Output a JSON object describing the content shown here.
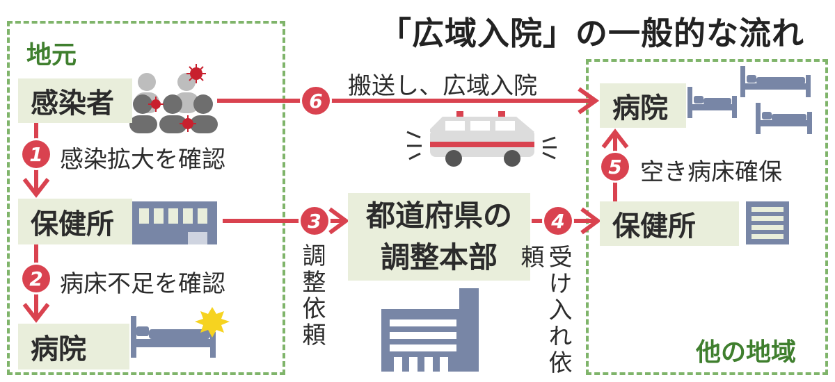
{
  "title": "「広域入院」の一般的な流れ",
  "regions": {
    "local": {
      "label": "地元"
    },
    "other": {
      "label": "他の地域"
    }
  },
  "nodes": {
    "infected": "感染者",
    "local_health_center": "保健所",
    "local_hospital": "病院",
    "hq_line1": "都道府県の",
    "hq_line2": "調整本部",
    "other_health_center": "保健所",
    "other_hospital": "病院"
  },
  "steps": {
    "s1": {
      "num": "1",
      "text": "感染拡大を確認"
    },
    "s2": {
      "num": "2",
      "text": "病床不足を確認"
    },
    "s3": {
      "num": "3",
      "text": "調整依頼"
    },
    "s4": {
      "num": "4",
      "text": "受け入れ依頼"
    },
    "s5": {
      "num": "5",
      "text": "空き病床確保"
    },
    "s6": {
      "num": "6",
      "text": "搬送し、広域入院"
    }
  },
  "icons": {
    "people": "people-group-icon",
    "virus": "virus-icon",
    "building": "office-building-icon",
    "bed": "hospital-bed-icon",
    "ambulance": "ambulance-icon",
    "alert": "alert-burst-icon"
  },
  "colors": {
    "arrow": "#d9424f",
    "box": "#e9eedb",
    "region_border": "#7fb46a",
    "icon": "#7886a6"
  }
}
